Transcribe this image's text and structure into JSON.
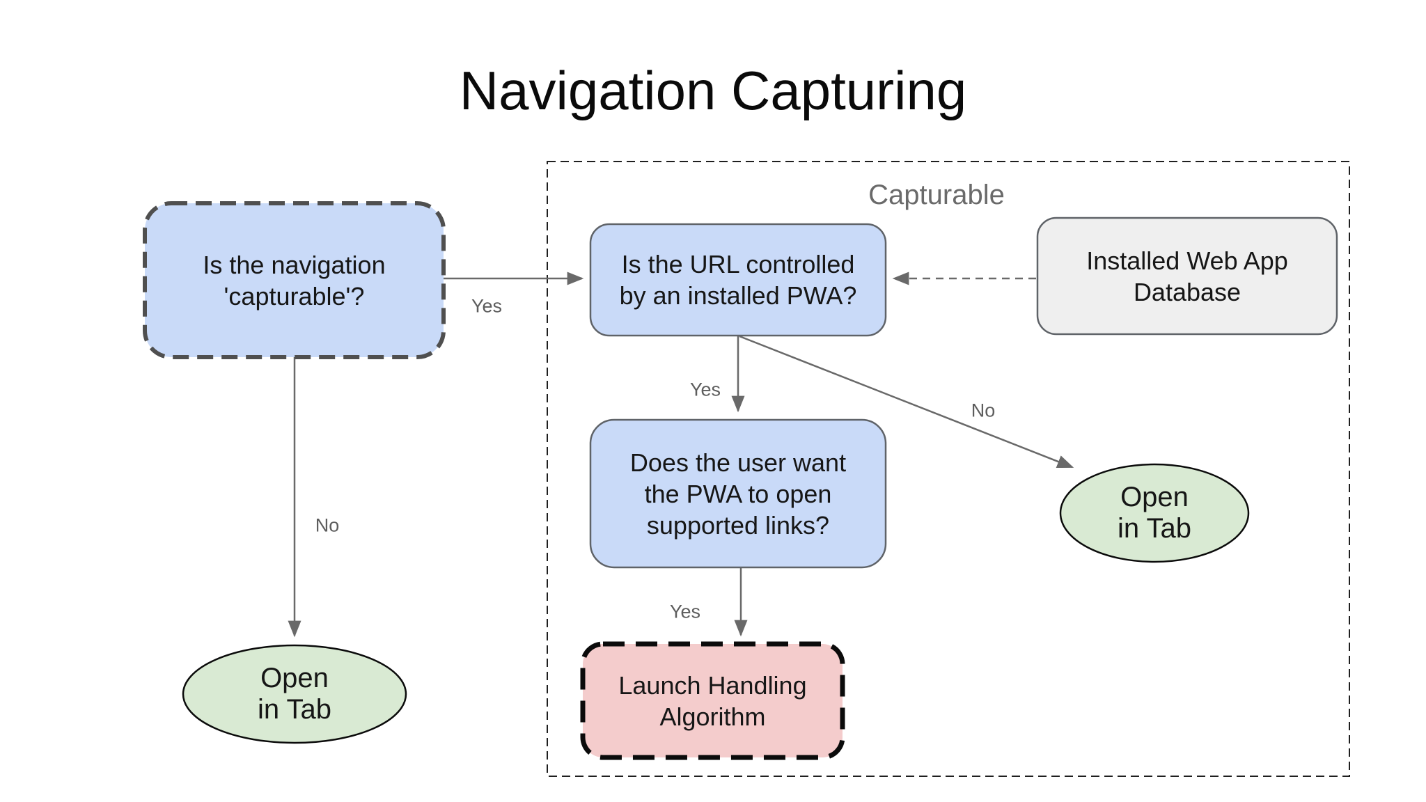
{
  "title": "Navigation Capturing",
  "group": {
    "label": "Capturable"
  },
  "nodes": {
    "nav_capturable": {
      "lines": [
        "Is the navigation",
        "'capturable'?"
      ]
    },
    "url_controlled": {
      "lines": [
        "Is the URL controlled",
        "by an installed PWA?"
      ]
    },
    "installed_db": {
      "lines": [
        "Installed Web App",
        "Database"
      ]
    },
    "user_supported_links": {
      "lines": [
        "Does the user want",
        "the PWA to open",
        "supported links?"
      ]
    },
    "launch_handling": {
      "lines": [
        "Launch Handling",
        "Algorithm"
      ]
    },
    "open_in_tab_left": {
      "lines": [
        "Open",
        "in Tab"
      ]
    },
    "open_in_tab_right": {
      "lines": [
        "Open",
        "in Tab"
      ]
    }
  },
  "edge_labels": {
    "capturable_yes": "Yes",
    "capturable_no": "No",
    "pwa_yes": "Yes",
    "pwa_no": "No",
    "supported_yes": "Yes"
  },
  "colors": {
    "node_blue": "#c9daf8",
    "node_green": "#d9ead3",
    "node_pink": "#f4cccc",
    "node_grey": "#efefef",
    "edge_grey": "#696969",
    "edge_label_grey": "#5d5d5d",
    "group_label_grey": "#6a6a6a",
    "dashed_box_border": "#4f4f4f",
    "solid_box_border": "#5f6368",
    "black_border": "#0b0b0b"
  }
}
